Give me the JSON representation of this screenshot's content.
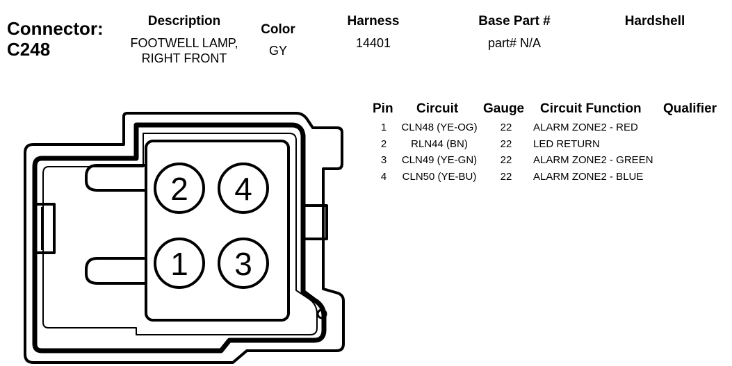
{
  "connector": {
    "label": "Connector:",
    "id": "C248"
  },
  "header": {
    "description": {
      "title": "Description",
      "lines": [
        "FOOTWELL LAMP,",
        "RIGHT FRONT"
      ]
    },
    "color": {
      "title": "Color",
      "value": "GY"
    },
    "harness": {
      "title": "Harness",
      "value": "14401"
    },
    "base_part": {
      "title": "Base Part #",
      "value": "part# N/A"
    },
    "hardshell": {
      "title": "Hardshell",
      "value": ""
    }
  },
  "pin_table": {
    "headers": {
      "pin": "Pin",
      "circuit": "Circuit",
      "gauge": "Gauge",
      "function": "Circuit Function",
      "qualifier": "Qualifier"
    },
    "rows": [
      {
        "pin": "1",
        "circuit": "CLN48 (YE-OG)",
        "gauge": "22",
        "function": "ALARM ZONE2 - RED",
        "qualifier": ""
      },
      {
        "pin": "2",
        "circuit": "RLN44 (BN)",
        "gauge": "22",
        "function": "LED RETURN",
        "qualifier": ""
      },
      {
        "pin": "3",
        "circuit": "CLN49 (YE-GN)",
        "gauge": "22",
        "function": "ALARM ZONE2 - GREEN",
        "qualifier": ""
      },
      {
        "pin": "4",
        "circuit": "CLN50 (YE-BU)",
        "gauge": "22",
        "function": "ALARM ZONE2 - BLUE",
        "qualifier": ""
      }
    ]
  },
  "diagram": {
    "cavities": [
      "2",
      "4",
      "1",
      "3"
    ]
  }
}
